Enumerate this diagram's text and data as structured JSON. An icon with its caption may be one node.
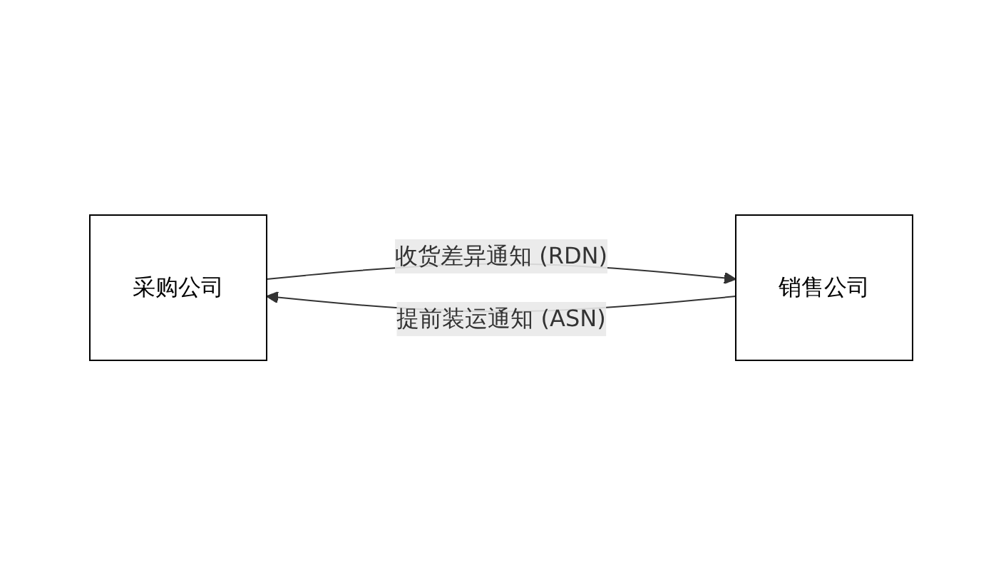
{
  "diagram": {
    "nodes": [
      {
        "text": [
          "采购公司"
        ]
      },
      {
        "text": [
          "销售公司"
        ]
      }
    ],
    "edges": [
      {
        "from": 1,
        "to": 0,
        "arrow": "to",
        "label": "提前装运通知 (ASN)"
      },
      {
        "from": 0,
        "to": 1,
        "arrow": "to",
        "label": "收货差异通知 (RDN)"
      }
    ]
  }
}
